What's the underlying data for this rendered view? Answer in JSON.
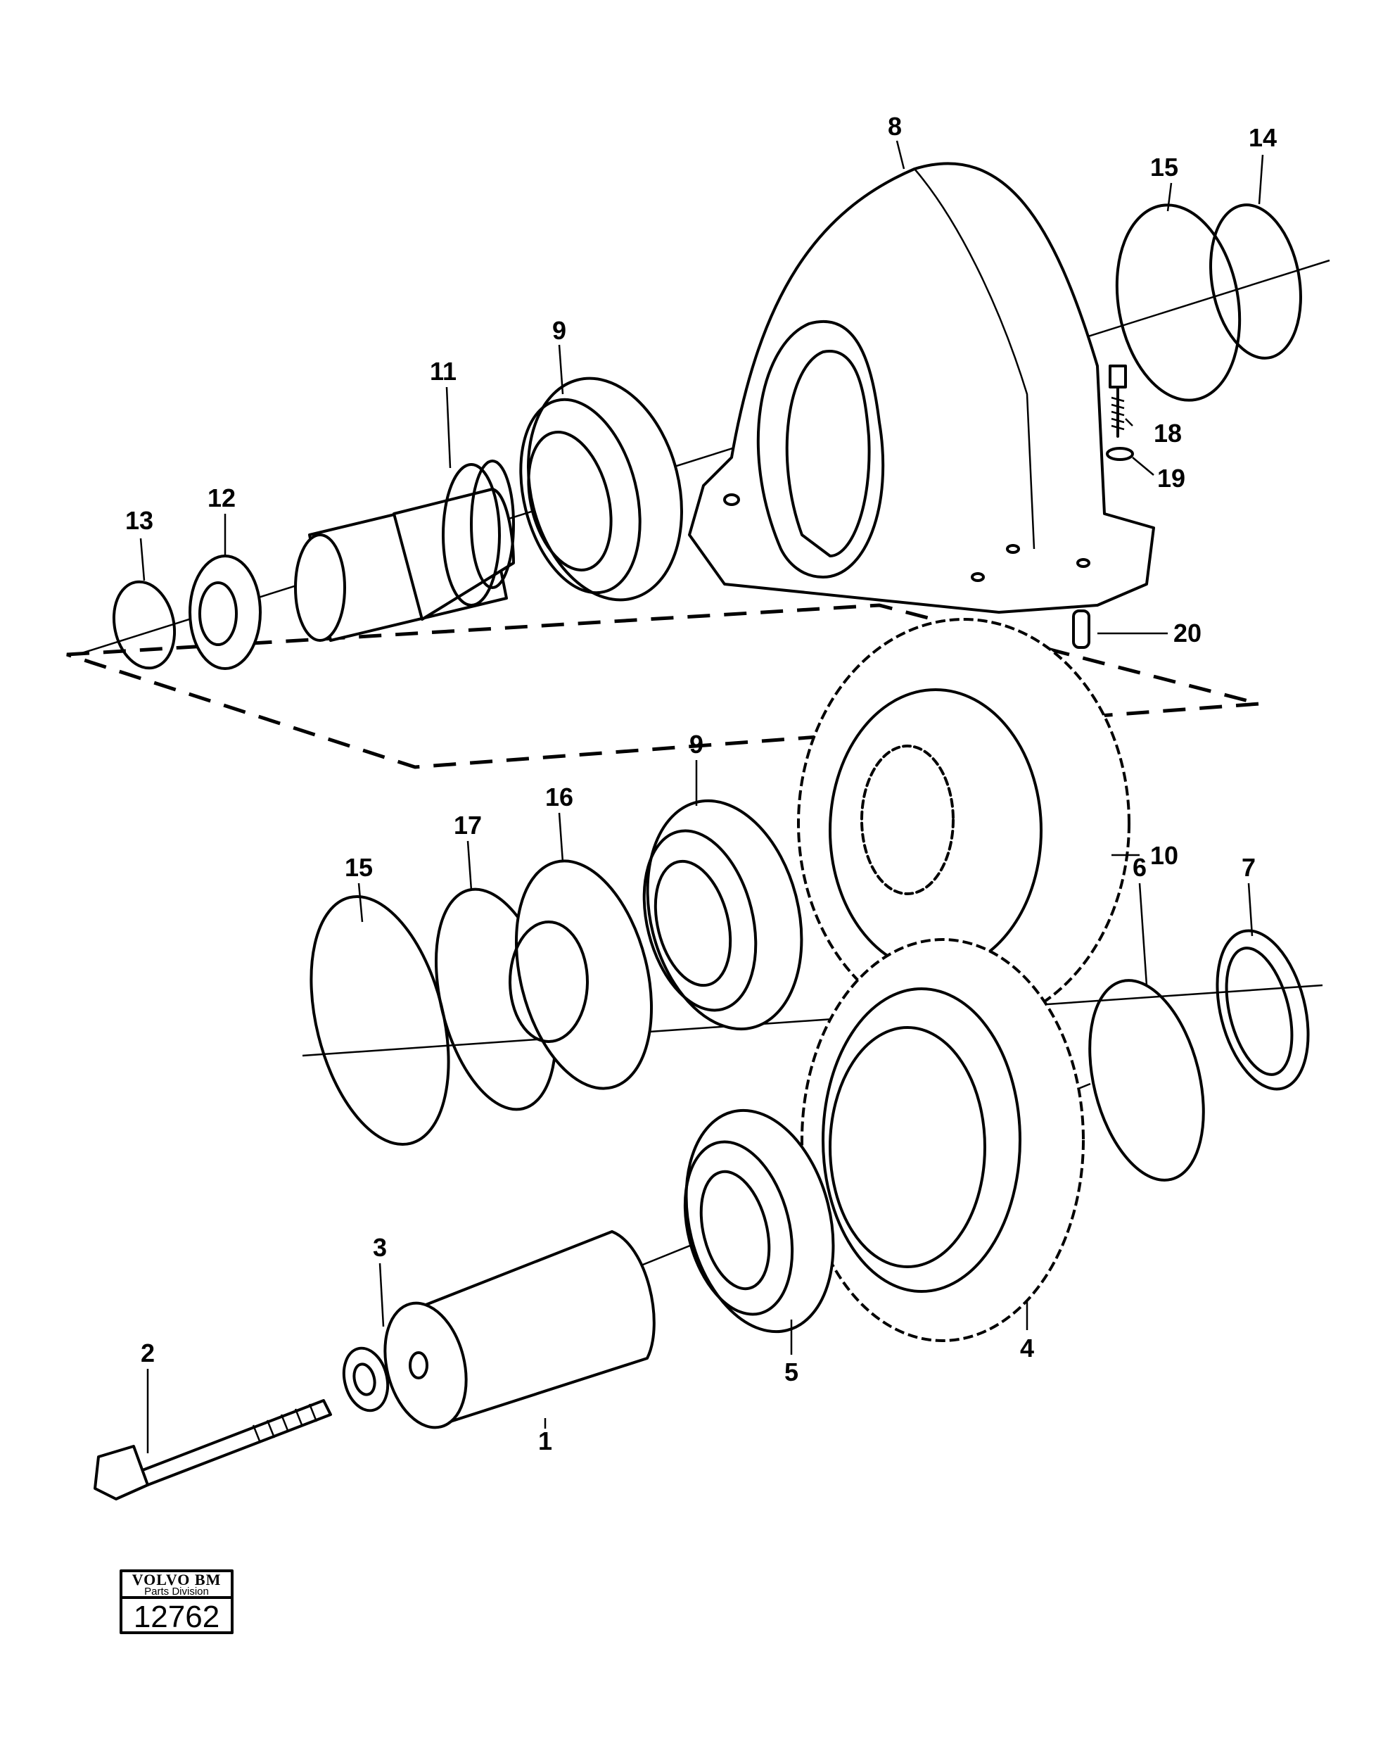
{
  "callouts": {
    "c1": "1",
    "c2": "2",
    "c3": "3",
    "c4": "4",
    "c5": "5",
    "c6": "6",
    "c7": "7",
    "c8": "8",
    "c9a": "9",
    "c9b": "9",
    "c10": "10",
    "c11": "11",
    "c12": "12",
    "c13": "13",
    "c14": "14",
    "c15a": "15",
    "c15b": "15",
    "c16": "16",
    "c17": "17",
    "c18": "18",
    "c19": "19",
    "c20": "20"
  },
  "logo": {
    "brand": "VOLVO BM",
    "division": "Parts Division",
    "number": "12762"
  }
}
